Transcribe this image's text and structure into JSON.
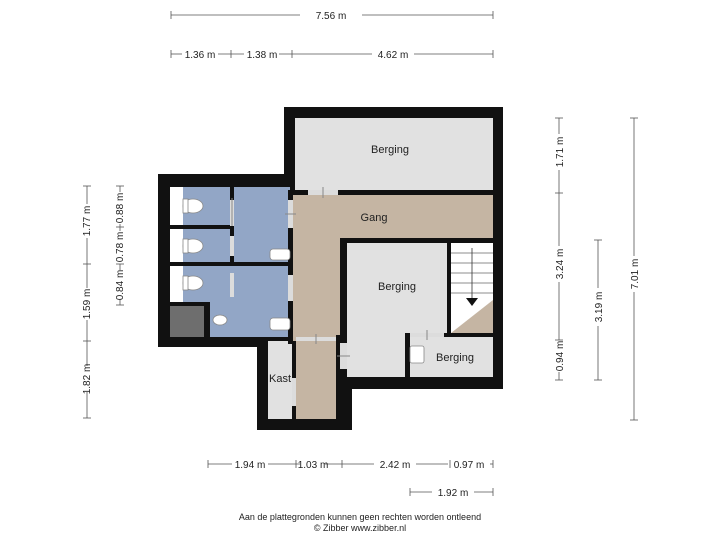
{
  "rooms": {
    "berging_top": "Berging",
    "gang": "Gang",
    "berging_mid": "Berging",
    "berging_small": "Berging",
    "kast": "Kast"
  },
  "dimensions": {
    "top_total": "7.56 m",
    "top_a": "1.36 m",
    "top_b": "1.38 m",
    "top_c": "4.62 m",
    "left_a": "1.77 m",
    "left_b": "0.88 m",
    "left_c": "0.78 m",
    "left_d": "0.84 m",
    "left_e": "1.59 m",
    "left_f": "1.82 m",
    "right_a": "1.71 m",
    "right_b": "3.24 m",
    "right_c": "0.94 m",
    "right_d": "3.19 m",
    "right_total": "7.01 m",
    "bottom_a": "1.94 m",
    "bottom_b": "1.03 m",
    "bottom_c": "2.42 m",
    "bottom_d": "0.97 m",
    "bottom_e": "1.92 m"
  },
  "footer": {
    "disclaimer": "Aan de plattegronden kunnen geen rechten worden ontleend",
    "copyright": "© Zibber www.zibber.nl"
  },
  "colors": {
    "wall": "#111111",
    "storage": "#e1e1e1",
    "hall": "#c5b5a3",
    "wet_room": "#92a6c6",
    "dim_line": "#555555"
  }
}
